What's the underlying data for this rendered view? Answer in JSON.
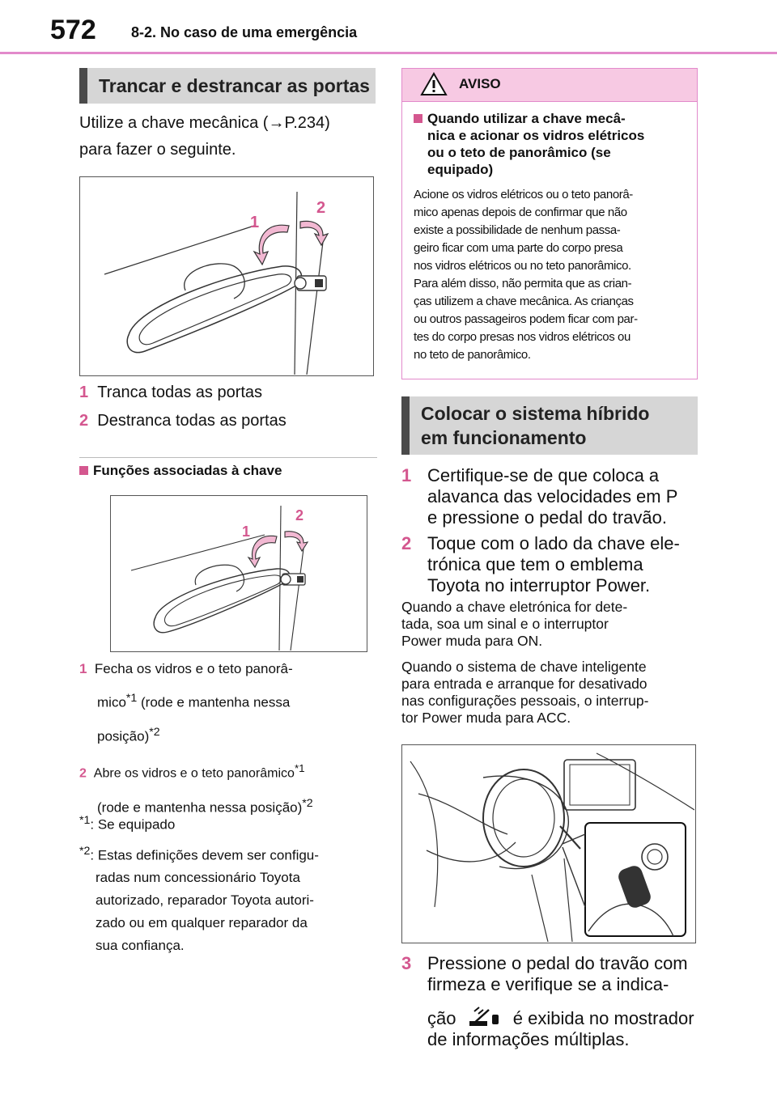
{
  "header": {
    "page_number": "572",
    "chapter": "8-2. No caso de uma emergência"
  },
  "left": {
    "section_title": "Trancar e destrancar as portas",
    "intro_line1": "Utilize a chave mecânica (",
    "intro_ref": "→P.234)",
    "intro_line2": "para fazer o seguinte.",
    "figure1_labels": [
      "1",
      "2"
    ],
    "steps1": [
      {
        "n": "1",
        "text": "Tranca todas as portas"
      },
      {
        "n": "2",
        "text": "Destranca todas as portas"
      }
    ],
    "subsection": "Funções associadas à chave",
    "figure2_labels": [
      "1",
      "2"
    ],
    "steps2": {
      "s1_n": "1",
      "s1_line1": "Fecha os vidros e o teto panorâ-",
      "s1_line2a": "mico",
      "s1_sup1": "*1",
      "s1_line2b": " (rode e mantenha nessa",
      "s1_line3a": "posição)",
      "s1_sup2": "*2",
      "s2_n": "2",
      "s2_line1a": "Abre os vidros e o teto panorâmico",
      "s2_sup1": "*1",
      "s2_line2a": "(rode e mantenha nessa posição)",
      "s2_sup2": "*2"
    },
    "footnote1_mark": "*1",
    "footnote1_text": ": Se equipado",
    "footnote2_mark": "*2",
    "footnote2_lines": [
      ": Estas definições devem ser configu-",
      "radas num concessionário Toyota",
      "autorizado, reparador Toyota autori-",
      "zado ou em qualquer reparador da",
      "sua confiança."
    ]
  },
  "warning": {
    "label": "AVISO",
    "heading_lines": [
      "Quando utilizar a chave mecâ-",
      "nica e acionar os vidros elétricos",
      "ou o teto de panorâmico (se",
      "equipado)"
    ],
    "body_lines": [
      "Acione os vidros elétricos ou o teto panorâ-",
      "mico apenas depois de confirmar que não",
      "existe a possibilidade de nenhum passa-",
      "geiro ficar com uma parte do corpo presa",
      "nos vidros elétricos ou no teto panorâmico.",
      "Para além disso, não permita que as crian-",
      "ças utilizem a chave mecânica. As crianças",
      "ou outros passageiros podem ficar com par-",
      "tes do corpo presas nos vidros elétricos ou",
      "no teto de panorâmico."
    ]
  },
  "right": {
    "section_title_lines": [
      "Colocar o sistema híbrido",
      "em funcionamento"
    ],
    "step1": {
      "n": "1",
      "lines": [
        "Certifique-se de que coloca a",
        "alavanca das velocidades em P",
        "e pressione o pedal do travão."
      ]
    },
    "step2": {
      "n": "2",
      "lines": [
        "Toque com o lado da chave ele-",
        "trónica que tem o emblema",
        "Toyota no interruptor Power."
      ]
    },
    "para1": [
      "Quando a chave eletrónica for dete-",
      "tada, soa um sinal e o interruptor",
      "Power muda para ON."
    ],
    "para2": [
      "Quando o sistema de chave inteligente",
      "para entrada e arranque for desativado",
      "nas configurações pessoais, o interrup-",
      "tor Power muda para ACC."
    ],
    "step3": {
      "n": "3",
      "line1": "Pressione o pedal do travão com",
      "line2": "firmeza e verifique se a indica-",
      "line3a": "ção",
      "line3b": "é exibida no mostrador",
      "line4": "de informações múltiplas."
    }
  },
  "colors": {
    "accent": "#d4578f",
    "rule": "#e28acb",
    "warn_bg": "#f7c9e3",
    "section_bg": "#d6d6d6"
  }
}
